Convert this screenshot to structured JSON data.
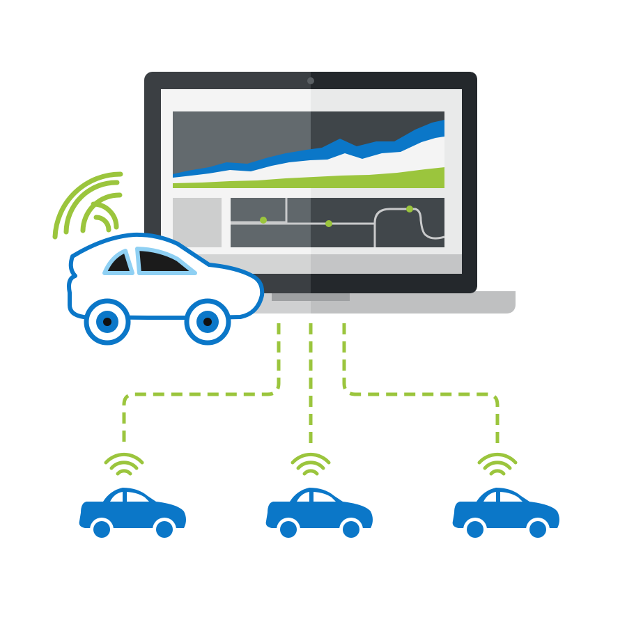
{
  "colors": {
    "blue": "#0b77c8",
    "light_blue": "#8fd0f3",
    "green": "#9bc53d",
    "bezel": "#2b2f33",
    "panel_dark": "#4a4f53",
    "panel_light": "#dcdddd",
    "base_gray": "#c9cacb",
    "screen_bg": "#f2f2f2",
    "white": "#ffffff"
  },
  "icons": {
    "laptop": "laptop-icon",
    "hub_car": "connected-car-icon",
    "fleet_car": "car-icon",
    "signal": "wifi-signal-icon",
    "connector": "dashed-connection-line"
  },
  "fleet": {
    "cars": [
      {
        "id": "fleet-car-left"
      },
      {
        "id": "fleet-car-center"
      },
      {
        "id": "fleet-car-right"
      }
    ]
  }
}
